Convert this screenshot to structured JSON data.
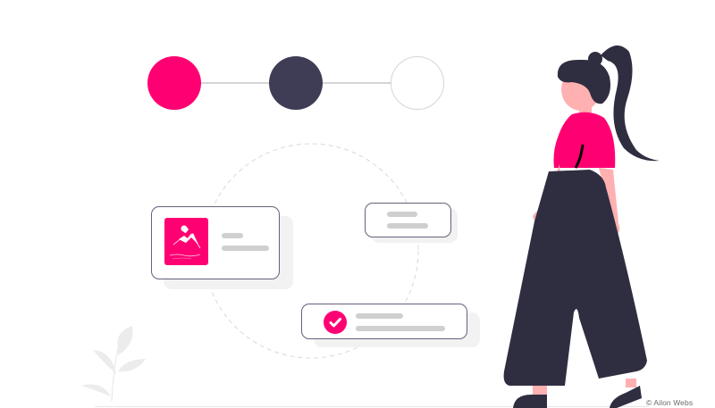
{
  "illustration": {
    "theme": "progress-steps-with-woman",
    "colors": {
      "accent": "#ff0073",
      "dark": "#3f3d56",
      "inactive_border": "#d6d6d6",
      "card_border": "#63627a",
      "placeholder_bar": "#cfcfcf",
      "card_shadow": "#f2f2f2",
      "skin": "#ffb0b0",
      "clothes_dark": "#2f2e41",
      "plant": "#ececec"
    },
    "stepper": {
      "steps": [
        {
          "state": "completed",
          "color": "#ff0073"
        },
        {
          "state": "current",
          "color": "#3f3d56"
        },
        {
          "state": "upcoming",
          "color": "#ffffff"
        }
      ]
    },
    "cards": [
      {
        "name": "image-card",
        "icon": "image-icon"
      },
      {
        "name": "text-card",
        "icon": null
      },
      {
        "name": "check-card",
        "icon": "check-icon"
      }
    ]
  },
  "credit": {
    "text": "© Ailon Webs"
  }
}
